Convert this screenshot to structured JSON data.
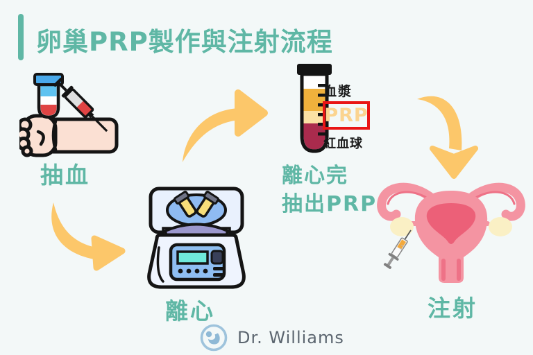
{
  "page": {
    "background": "#F3F8F8"
  },
  "colors": {
    "accent_teal": "#5FB7A5",
    "arrow_yellow": "#FCC76A",
    "prp_box_red": "#E91515",
    "prp_text_cream": "#FBD490",
    "plasma_layer_orange": "#F0B13C",
    "prp_layer_cream": "#FBE1A4",
    "rbc_layer_maroon": "#AA2B4D",
    "outline_black": "#141414",
    "skin": "#FBE0D3",
    "centrifuge_body_blue": "#EFF4FE",
    "centrifuge_panel_blue": "#8FBEF2",
    "centrifuge_screen_teal": "#6FE9DB",
    "centrifuge_rotor_purple": "#9B97CE",
    "uterus_pink": "#F494A2",
    "uterus_cavity_pink": "#EC6078",
    "ovary_cream": "#FAF0C5",
    "brand_blue": "#9EC3DC",
    "brand_text_gray": "#5C6670"
  },
  "header": {
    "title": "卵巢PRP製作與注射流程"
  },
  "steps": {
    "draw_blood": {
      "label": "抽血",
      "icon": "blood-draw-arm-icon"
    },
    "centrifuge": {
      "label": "離心",
      "icon": "centrifuge-icon"
    },
    "extract_prp": {
      "label_line1": "離心完",
      "label_line2": "抽出PRP",
      "icon": "separated-blood-tube-icon"
    },
    "inject": {
      "label": "注射",
      "icon": "uterus-injection-icon"
    }
  },
  "tube_annotations": {
    "plasma": "血漿",
    "prp": "PRP",
    "rbc": "紅血球"
  },
  "footer": {
    "brand": "Dr. Williams",
    "icon": "smiley-logo-icon"
  }
}
